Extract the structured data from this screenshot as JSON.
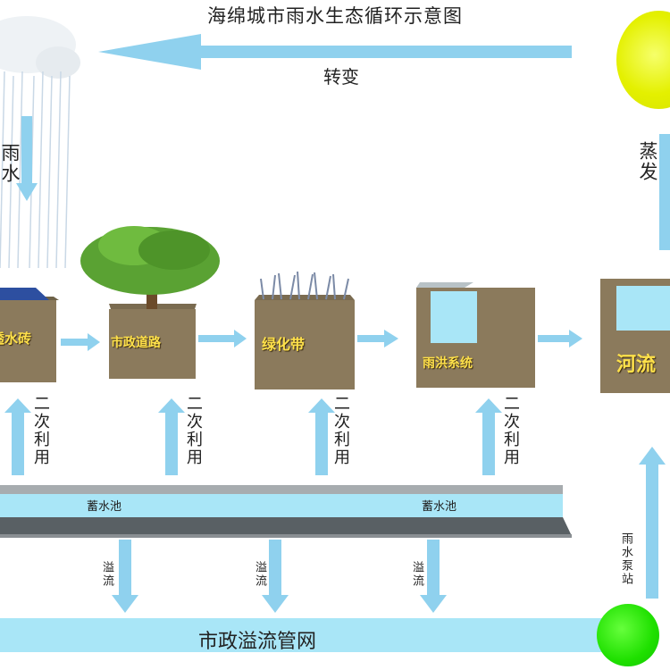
{
  "title": "海绵城市雨水生态循环示意图",
  "labels": {
    "transform": "转变",
    "rain": "雨水",
    "evaporate": "蒸发",
    "reuse": "二次利用",
    "reservoir": "蓄水池",
    "overflow": "溢流",
    "pump_station": "雨水泵站",
    "municipal_overflow": "市政溢流管网"
  },
  "blocks": [
    {
      "label": "透水砖"
    },
    {
      "label": "市政道路"
    },
    {
      "label": "绿化带"
    },
    {
      "label": "雨洪系统"
    },
    {
      "label": "河流"
    }
  ],
  "colors": {
    "arrow": "#8fd1ee",
    "soil": "#8b7a5c",
    "water": "#a9e6f7",
    "sun": "#e4f000",
    "pump": "#1fe000"
  }
}
